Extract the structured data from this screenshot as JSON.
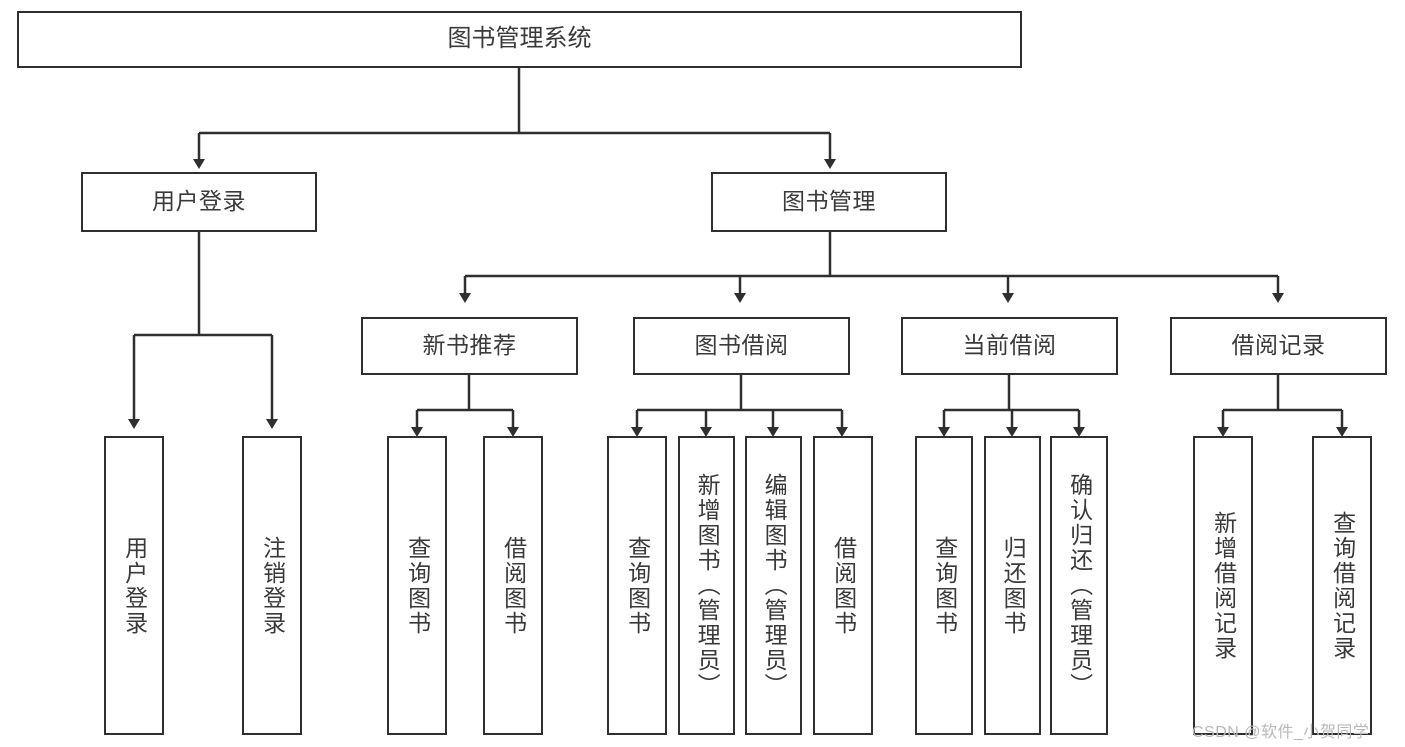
{
  "diagram": {
    "title": "图书管理系统",
    "watermark": "CSDN @软件_小贺同学",
    "line_color": "#2f2f2f",
    "text_color": "#3a3a3a",
    "background": "#ffffff",
    "nodes": {
      "root": {
        "label": "图书管理系统"
      },
      "level2": [
        {
          "label": "用户登录"
        },
        {
          "label": "图书管理"
        }
      ],
      "level3": [
        {
          "label": "新书推荐"
        },
        {
          "label": "图书借阅"
        },
        {
          "label": "当前借阅"
        },
        {
          "label": "借阅记录"
        }
      ],
      "leaves": {
        "user_login": [
          {
            "label": "用户登录"
          },
          {
            "label": "注销登录"
          }
        ],
        "new_book": [
          {
            "label": "查询图书"
          },
          {
            "label": "借阅图书"
          }
        ],
        "book_borrow": [
          {
            "label": "查询图书"
          },
          {
            "label": "新增图书（管理员）"
          },
          {
            "label": "编辑图书（管理员）"
          },
          {
            "label": "借阅图书"
          }
        ],
        "current_borrow": [
          {
            "label": "查询图书"
          },
          {
            "label": "归还图书"
          },
          {
            "label": "确认归还（管理员）"
          }
        ],
        "borrow_record": [
          {
            "label": "新增借阅记录"
          },
          {
            "label": "查询借阅记录"
          }
        ]
      }
    }
  }
}
